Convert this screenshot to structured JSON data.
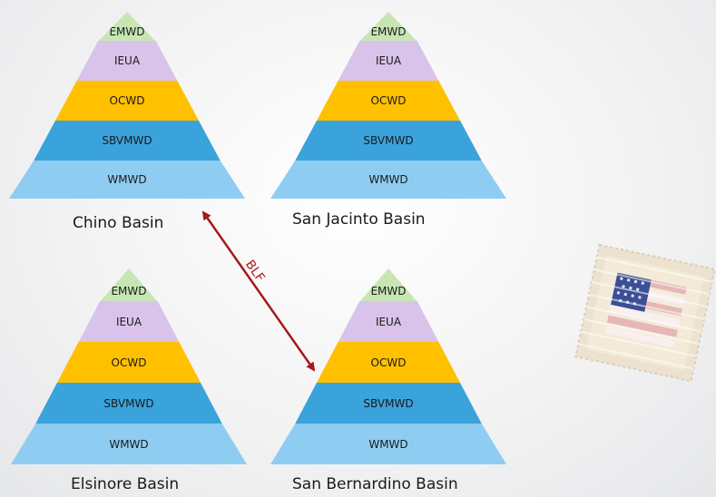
{
  "layers": [
    {
      "label": "EMWD",
      "color": "#c7e6b3"
    },
    {
      "label": "IEUA",
      "color": "#d9c3ea"
    },
    {
      "label": "OCWD",
      "color": "#ffc000"
    },
    {
      "label": "SBVMWD",
      "color": "#3aa3dc"
    },
    {
      "label": "WMWD",
      "color": "#8ecdf1"
    }
  ],
  "basins": [
    {
      "name": "Chino Basin"
    },
    {
      "name": "San Jacinto Basin"
    },
    {
      "name": "Elsinore Basin"
    },
    {
      "name": "San Bernardino Basin"
    }
  ],
  "connector": {
    "label": "BLF",
    "color": "#a31a1a"
  }
}
